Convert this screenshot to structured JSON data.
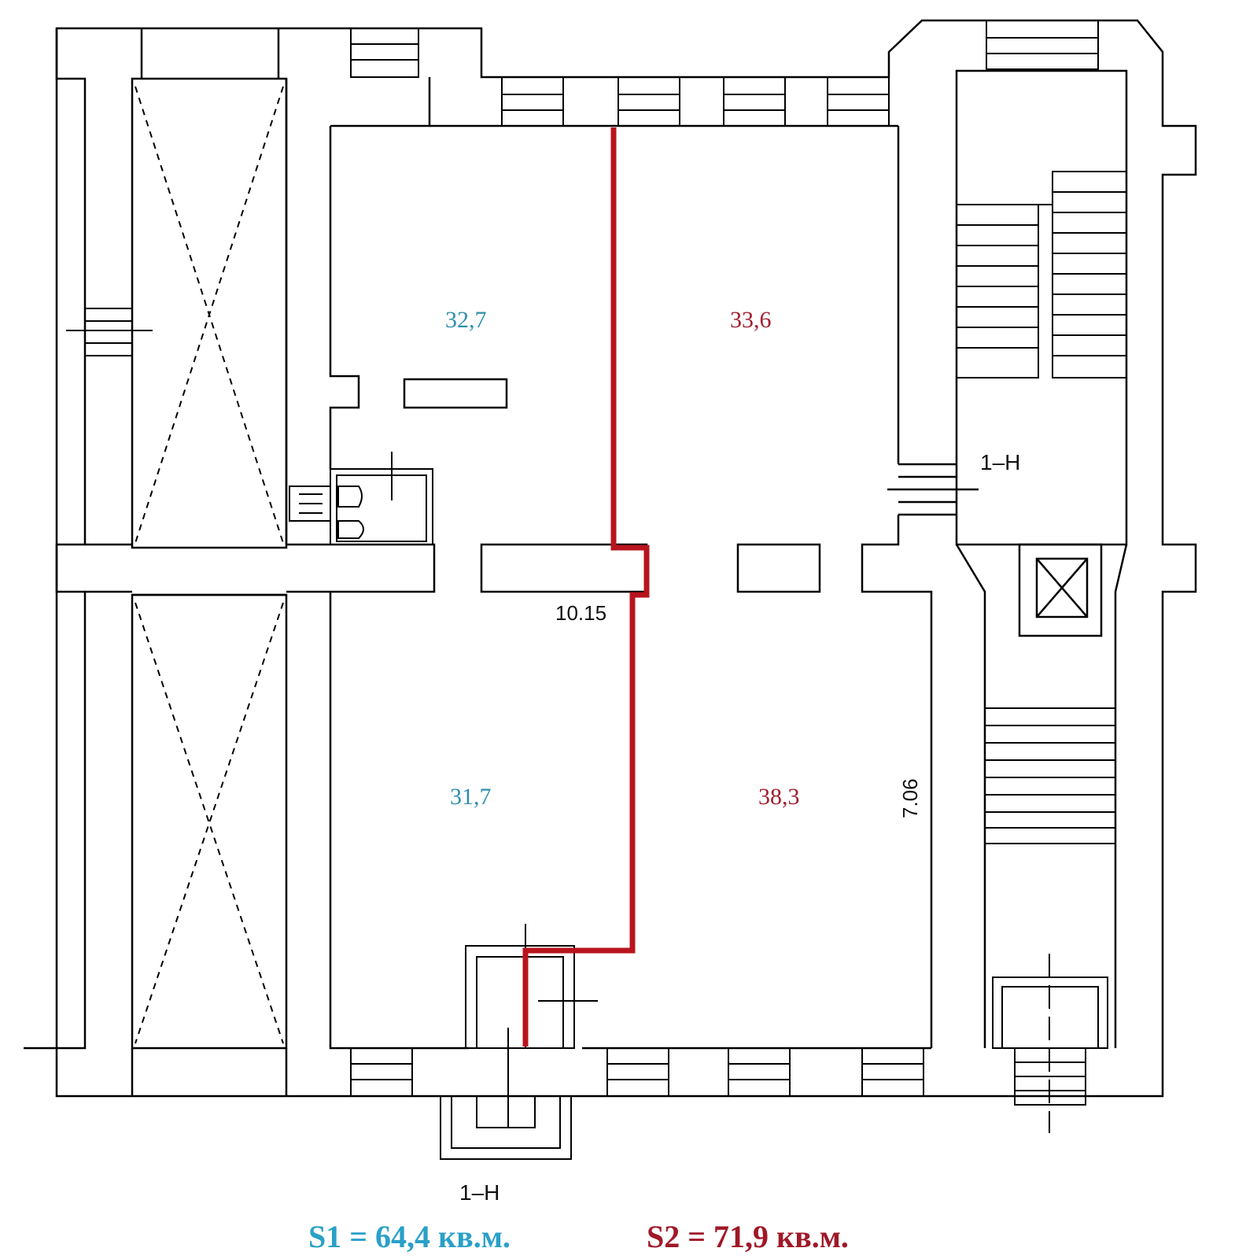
{
  "plan": {
    "rooms": [
      {
        "id": "room-nw",
        "area": "32,7",
        "group": "S1"
      },
      {
        "id": "room-ne",
        "area": "33,6",
        "group": "S2"
      },
      {
        "id": "room-sw",
        "area": "31,7",
        "group": "S1"
      },
      {
        "id": "room-se",
        "area": "38,3",
        "group": "S2"
      }
    ],
    "dimensions": {
      "length": "10.15",
      "width": "7.06"
    },
    "unit_labels": {
      "right": "1–Н",
      "bottom": "1–Н"
    }
  },
  "summary": {
    "s1": "S1 = 64,4 кв.м.",
    "s2": "S2 = 71,9 кв.м."
  },
  "colors": {
    "wall": "#000000",
    "partition": "#b8141e",
    "s1_text": "#2aa0c8",
    "s2_text": "#a01828"
  }
}
